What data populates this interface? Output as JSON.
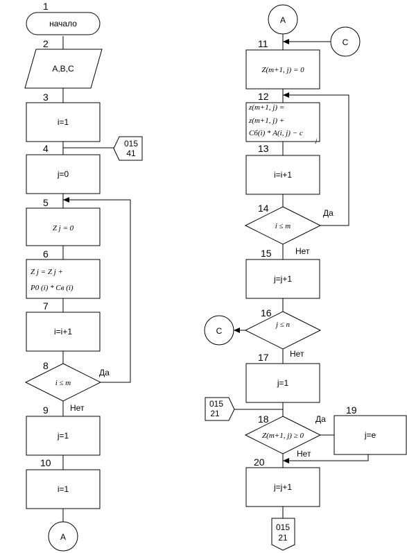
{
  "numbers": [
    "1",
    "2",
    "3",
    "4",
    "5",
    "6",
    "7",
    "8",
    "9",
    "10",
    "11",
    "12",
    "13",
    "14",
    "15",
    "16",
    "17",
    "18",
    "19",
    "20"
  ],
  "start": "начало",
  "input": "A,B,C",
  "i_init": "i=1",
  "j_init0": "j=0",
  "z_reset": "Z j = 0",
  "z_sum": {
    "line1": "Z j = Z j +",
    "line2": "P0 (i) * Cв (i)"
  },
  "i_inc": "i=i+1",
  "cond_i_m": "i ≤ m",
  "j_set1": "j=1",
  "connector_a": "A",
  "connector_c": "C",
  "offpage_top": {
    "line1": "015",
    "line2": "41"
  },
  "offpage_mid": {
    "line1": "015",
    "line2": "21"
  },
  "offpage_bottom": {
    "line1": "015",
    "line2": "21"
  },
  "z_m1_reset": "Z(m+1, j) = 0",
  "z_m1_sum": {
    "line1": "z(m+1, j) =",
    "line2": "z(m+1, j) +",
    "line3": "Cб(i) * A(i, j) − c",
    "sub": "j"
  },
  "j_inc": "j=j+1",
  "cond_j_n": "j ≤ n",
  "cond_z_ge0": "Z(m+1, j) ≥ 0",
  "j_e": "j=e",
  "yes": "Да",
  "no": "Нет"
}
